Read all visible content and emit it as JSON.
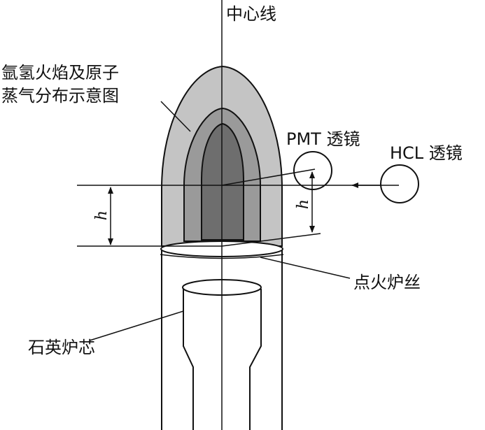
{
  "labels": {
    "center_line": "中心线",
    "flame_line1": "氩氢火焰及原子",
    "flame_line2": "蒸气分布示意图",
    "pmt": "PMT 透镜",
    "hcl": "HCL 透镜",
    "h_left": "h",
    "h_right": "h",
    "ignition_wire": "点火炉丝",
    "quartz_core": "石英炉芯"
  },
  "colors": {
    "flame_outer": "#c4c4c4",
    "flame_middle": "#9a9a9a",
    "flame_inner": "#6e6e6e",
    "stroke": "#111111"
  }
}
